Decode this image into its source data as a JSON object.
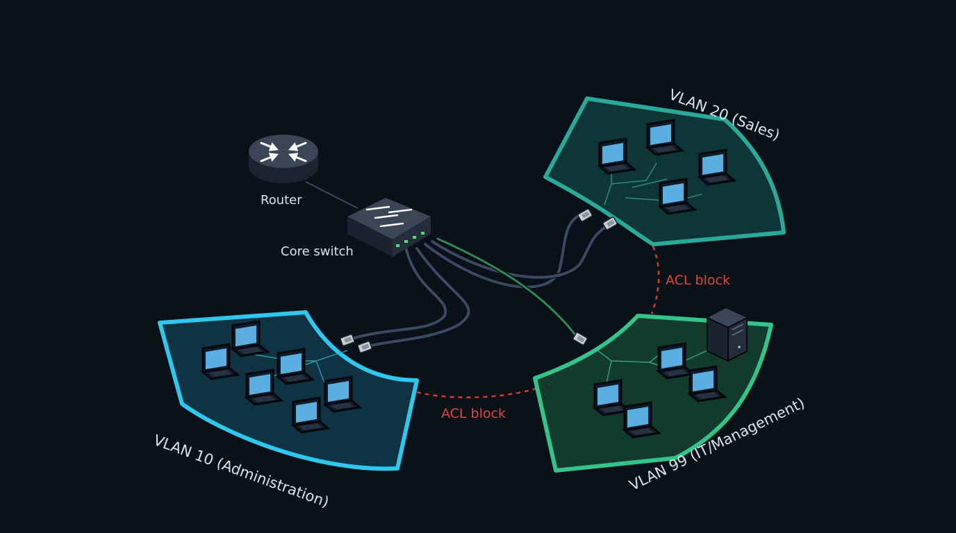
{
  "router": {
    "label": "Router"
  },
  "switch": {
    "label": "Core switch"
  },
  "vlans": [
    {
      "name": "VLAN 10 (Administration)",
      "color": "#2ec8ef"
    },
    {
      "name": "VLAN 20 (Sales)",
      "color": "#2aa89a"
    },
    {
      "name": "VLAN 99 (IT/Management)",
      "color": "#33c48a"
    }
  ],
  "acl": [
    {
      "label": "ACL block"
    },
    {
      "label": "ACL block"
    }
  ],
  "colors": {
    "background": "#0b1119",
    "acl": "#e0453c",
    "cable": "#3b4a63"
  }
}
